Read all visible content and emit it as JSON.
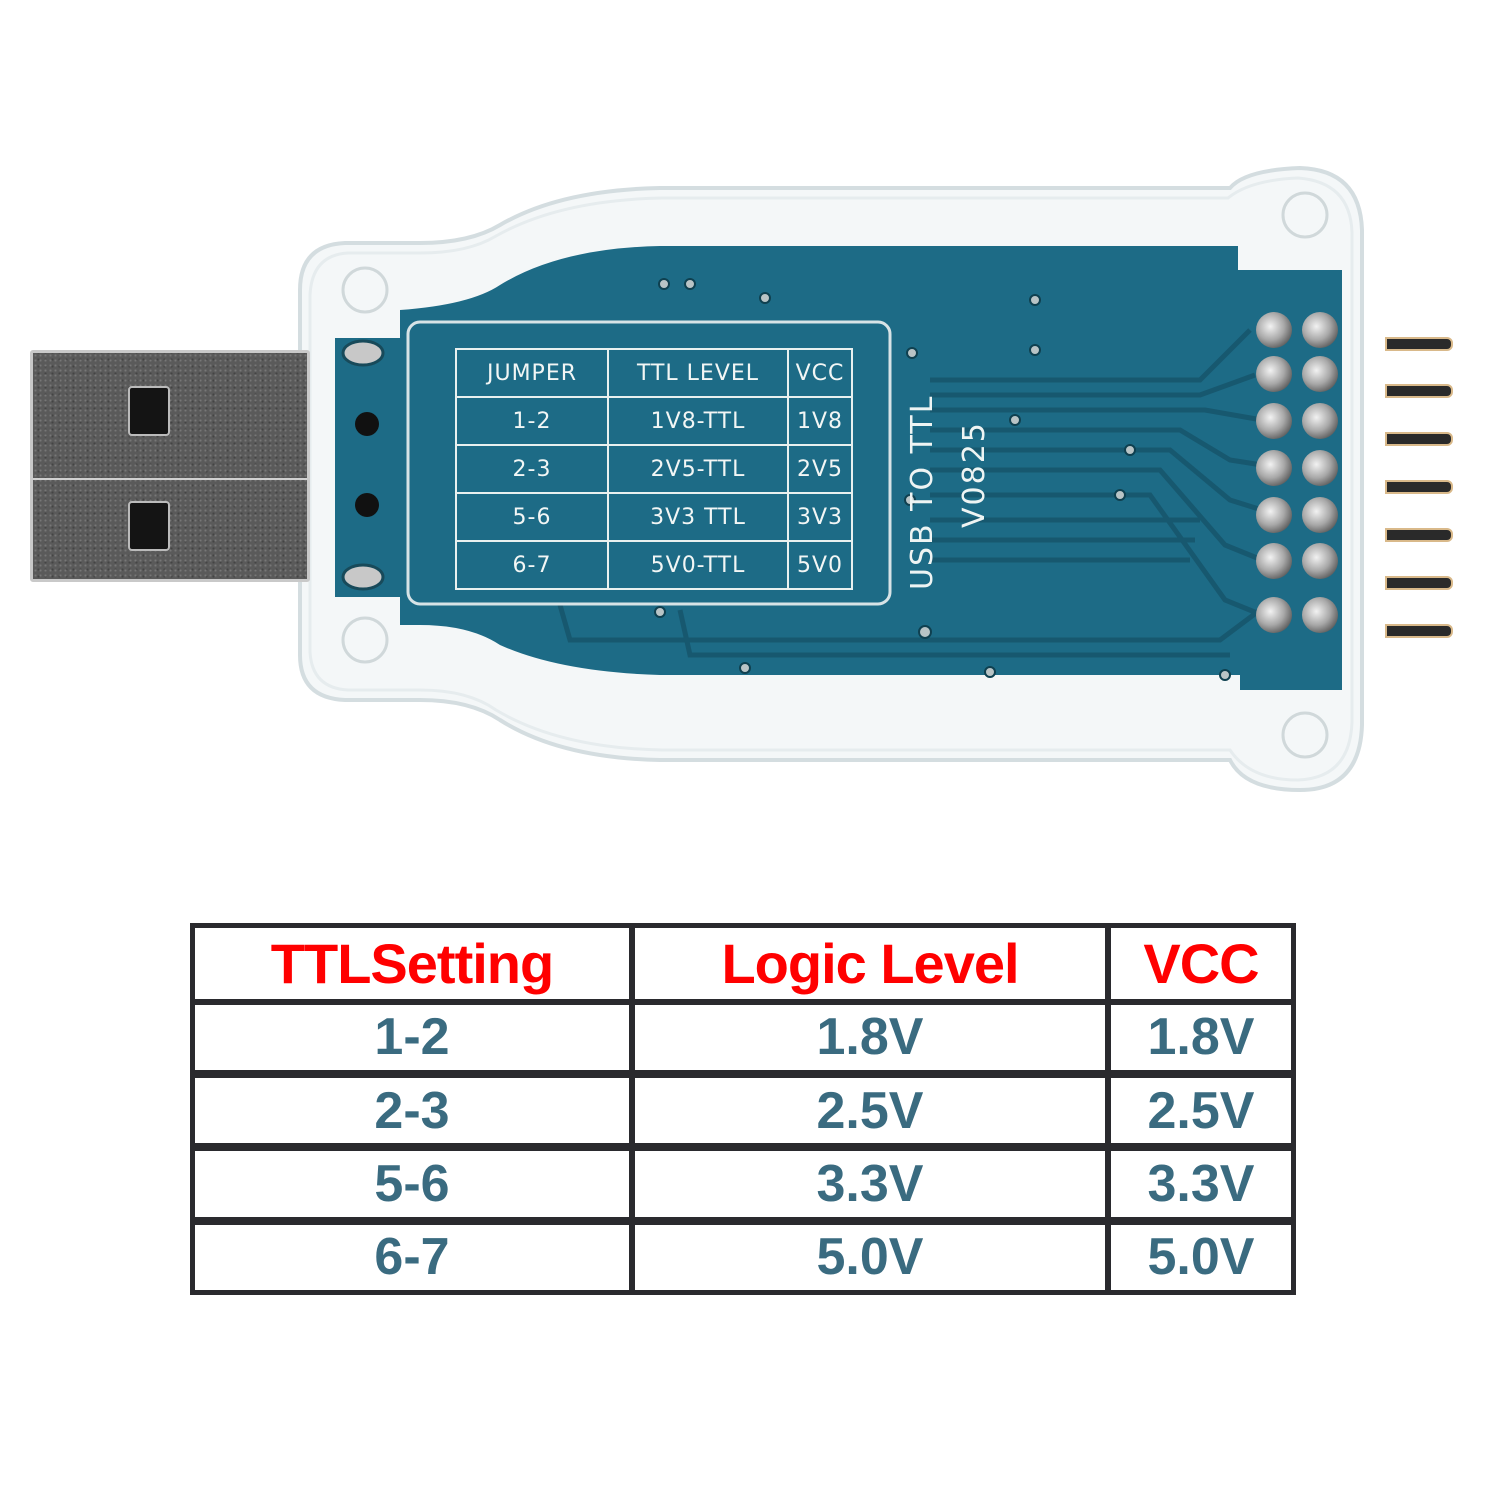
{
  "device": {
    "board_labels": {
      "product": "USB TO TTL",
      "version": "V0825"
    },
    "silkscreen_table": {
      "headers": [
        "JUMPER",
        "TTL LEVEL",
        "VCC"
      ],
      "rows": [
        [
          "1-2",
          "1V8-TTL",
          "1V8"
        ],
        [
          "2-3",
          "2V5-TTL",
          "2V5"
        ],
        [
          "5-6",
          "3V3 TTL",
          "3V3"
        ],
        [
          "6-7",
          "5V0-TTL",
          "5V0"
        ]
      ]
    },
    "header_pin_count": 7,
    "colors": {
      "pcb": "#1d6b86",
      "pcb_trace": "#17586f",
      "silkscreen": "#f2f6f5",
      "usb_shell": "#5a5a5a"
    }
  },
  "reference_table": {
    "headers": {
      "setting": "TTLSetting",
      "logic": "Logic Level",
      "vcc": "VCC"
    },
    "rows": [
      {
        "setting": "1-2",
        "logic": "1.8V",
        "vcc": "1.8V"
      },
      {
        "setting": "2-3",
        "logic": "2.5V",
        "vcc": "2.5V"
      },
      {
        "setting": "5-6",
        "logic": "3.3V",
        "vcc": "3.3V"
      },
      {
        "setting": "6-7",
        "logic": "5.0V",
        "vcc": "5.0V"
      }
    ],
    "colors": {
      "header_text": "#ff0000",
      "value_text": "#3a6b80",
      "border": "#2a2a2e"
    }
  }
}
